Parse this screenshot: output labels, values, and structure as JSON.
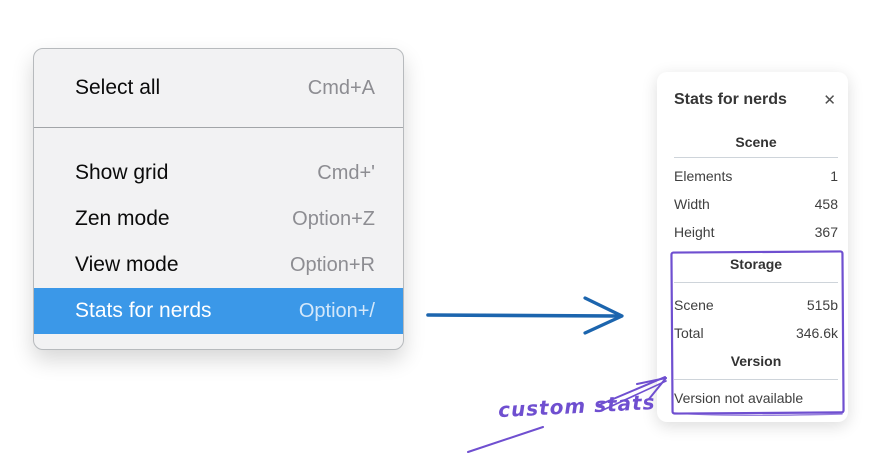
{
  "context_menu": {
    "items": [
      {
        "label": "Select all",
        "shortcut": "Cmd+A"
      },
      {
        "label": "Show grid",
        "shortcut": "Cmd+'"
      },
      {
        "label": "Zen mode",
        "shortcut": "Option+Z"
      },
      {
        "label": "View mode",
        "shortcut": "Option+R"
      },
      {
        "label": "Stats for nerds",
        "shortcut": "Option+/"
      }
    ],
    "highlighted_item": "Stats for nerds",
    "highlight_color": "#3b98e8"
  },
  "stats_panel": {
    "title": "Stats for nerds",
    "close_icon": "✕",
    "sections": [
      {
        "header": "Scene",
        "rows": [
          {
            "label": "Elements",
            "value": "1"
          },
          {
            "label": "Width",
            "value": "458"
          },
          {
            "label": "Height",
            "value": "367"
          }
        ]
      },
      {
        "header": "Storage",
        "rows": [
          {
            "label": "Scene",
            "value": "515b"
          },
          {
            "label": "Total",
            "value": "346.6k"
          }
        ]
      },
      {
        "header": "Version",
        "note": "Version not available"
      }
    ]
  },
  "annotation": {
    "label": "custom stats",
    "color": "#6f4fd0"
  },
  "arrow": {
    "color": "#1c65ae"
  }
}
